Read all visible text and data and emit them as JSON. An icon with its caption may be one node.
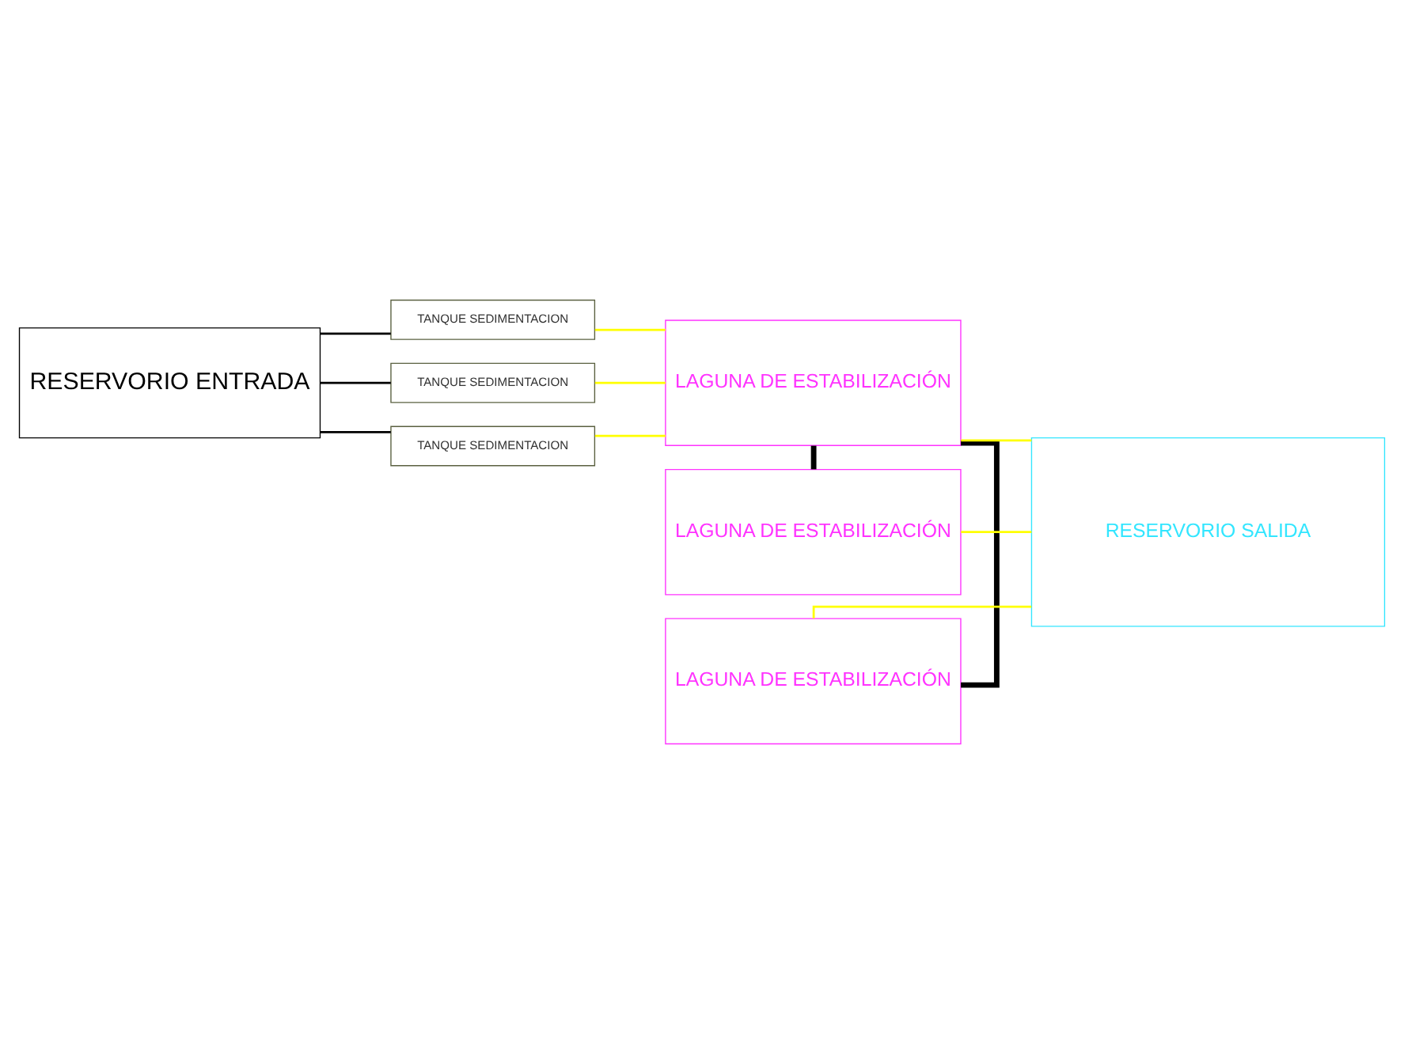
{
  "diagram": {
    "nodes": [
      {
        "text": [
          "RESERVORIO ENTRADA"
        ]
      },
      {
        "text": [
          "TANQUE SEDIMENTACION"
        ]
      },
      {
        "text": [
          "TANQUE SEDIMENTACION"
        ]
      },
      {
        "text": [
          "TANQUE SEDIMENTACION"
        ]
      },
      {
        "text": [
          "LAGUNA DE ESTABILIZACIÓN"
        ]
      },
      {
        "text": [
          "LAGUNA DE ESTABILIZACIÓN"
        ]
      },
      {
        "text": [
          "LAGUNA DE ESTABILIZACIÓN"
        ]
      },
      {
        "text": [
          "RESERVORIO SALIDA"
        ]
      }
    ],
    "edges": [
      {
        "from": 0,
        "to": 1,
        "arrow": "none",
        "color": "#000000"
      },
      {
        "from": 0,
        "to": 2,
        "arrow": "none",
        "color": "#000000"
      },
      {
        "from": 0,
        "to": 3,
        "arrow": "none",
        "color": "#000000"
      },
      {
        "from": 1,
        "to": 4,
        "arrow": "none",
        "color": "#ffff00"
      },
      {
        "from": 2,
        "to": 4,
        "arrow": "none",
        "color": "#ffff00"
      },
      {
        "from": 3,
        "to": 4,
        "arrow": "none",
        "color": "#ffff00"
      },
      {
        "from": 4,
        "to": 5,
        "arrow": "none",
        "style": "thick",
        "color": "#000000"
      },
      {
        "from": 4,
        "to": 6,
        "arrow": "none",
        "style": "thick",
        "color": "#000000"
      },
      {
        "from": 4,
        "to": 7,
        "arrow": "none",
        "color": "#ffff00"
      },
      {
        "from": 5,
        "to": 7,
        "arrow": "none",
        "color": "#ffff00"
      },
      {
        "from": 6,
        "to": 7,
        "arrow": "none",
        "color": "#ffff00"
      }
    ]
  }
}
